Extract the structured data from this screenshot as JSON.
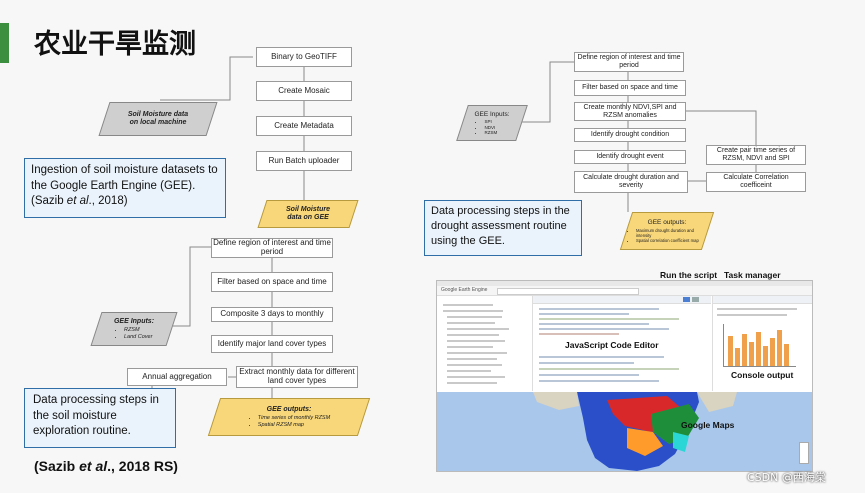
{
  "slide_title": "农业干旱监测",
  "left_flow": {
    "source_label": "Soil Moisture data on local machine",
    "steps": [
      "Binary to GeoTIFF",
      "Create Mosaic",
      "Create Metadata",
      "Run Batch uploader"
    ],
    "output_label": "Soil Moisture data on GEE"
  },
  "callout_ingestion": {
    "text": "Ingestion of soil moisture datasets to the Google Earth Engine (GEE).",
    "cite_prefix": "(Sazib ",
    "cite_em": "et al",
    "cite_suffix": "., 2018)"
  },
  "left_bottom_flow": {
    "steps": [
      "Define region of interest and time period",
      "Filter based on space and time",
      "Composite 3 days to monthly",
      "Identify major land cover types",
      "Extract monthly data for different land cover types",
      "Annual aggregation"
    ],
    "inputs_title": "GEE Inputs:",
    "inputs_items": [
      "RZSM",
      "Land Cover"
    ],
    "outputs_title": "GEE outputs:",
    "outputs_items": [
      "Time series of monthly RZSM",
      "Spatial RZSM map"
    ]
  },
  "callout_exploration": {
    "text": "Data processing steps in the soil moisture exploration routine."
  },
  "citation_bottom": {
    "prefix": "(Sazib ",
    "em": "et al",
    "suffix": "., 2018 RS)"
  },
  "right_flow": {
    "steps": [
      "Define region of interest and time period",
      "Filter based on space and time",
      "Create monthly NDVI,SPI and RZSM anomalies",
      "Identify drought condition",
      "Identify drought event",
      "Calculate drought duration and severity"
    ],
    "side_steps": [
      "Create pair time series of RZSM, NDVI and SPI",
      "Calculate Correlation coefficeint"
    ],
    "inputs_title": "GEE Inputs:",
    "inputs_items": [
      "SPI",
      "NDVI",
      "RZSM"
    ],
    "outputs_title": "GEE outputs:",
    "outputs_items": [
      "Maximum drought duration and intensity",
      "Spatial correlation coefficient map"
    ]
  },
  "callout_assessment": {
    "text": "Data processing steps in the drought assessment routine using the GEE."
  },
  "gee_screenshot": {
    "label_run": "Run the script",
    "label_task": "Task manager",
    "label_code": "JavaScript Code Editor",
    "label_console": "Console output",
    "label_maps": "Google Maps",
    "logo": "Google Earth Engine"
  },
  "watermark": "CSDN @西海棠",
  "colors": {
    "callout_bg": "#eaf3fb",
    "callout_border": "#2f6ea6",
    "yellow_para": "#f8d77a",
    "gray_para": "#cfcfcf",
    "bar": "#f0a04a",
    "title_accent": "#3b8f3f"
  }
}
